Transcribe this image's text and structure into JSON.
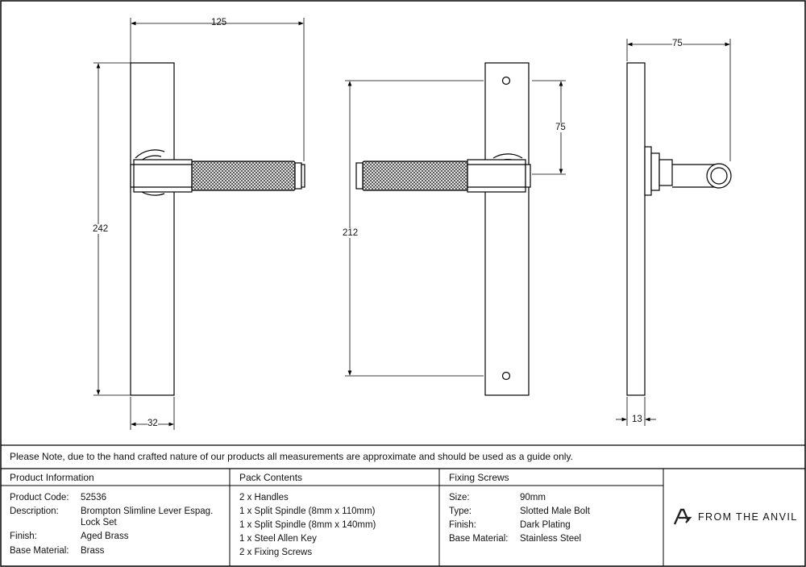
{
  "dimensions": {
    "overall_width": "125",
    "overall_height": "242",
    "plate_width": "32",
    "centres": "212",
    "spindle_offset": "75",
    "projection": "75",
    "plate_depth": "13"
  },
  "note": "Please Note, due to the hand crafted nature of our products all measurements are approximate and should be used as a guide only.",
  "product_info": {
    "heading": "Product Information",
    "rows": [
      {
        "label": "Product Code:",
        "value": "52536"
      },
      {
        "label": "Description:",
        "value": "Brompton Slimline Lever Espag.",
        "value2": "Lock Set"
      },
      {
        "label": "Finish:",
        "value": "Aged Brass"
      },
      {
        "label": "Base Material:",
        "value": "Brass"
      }
    ]
  },
  "pack_contents": {
    "heading": "Pack Contents",
    "items": [
      "2 x Handles",
      "1 x Split Spindle (8mm x 110mm)",
      "1 x Split Spindle (8mm x 140mm)",
      "1 x Steel Allen Key",
      "2 x Fixing Screws"
    ]
  },
  "fixing_screws": {
    "heading": "Fixing Screws",
    "rows": [
      {
        "label": "Size:",
        "value": "90mm"
      },
      {
        "label": "Type:",
        "value": "Slotted Male Bolt"
      },
      {
        "label": "Finish:",
        "value": "Dark Plating"
      },
      {
        "label": "Base Material:",
        "value": "Stainless Steel"
      }
    ]
  },
  "brand": {
    "name": "FROM THE ANVIL",
    "icon": "anvil-logo-icon"
  }
}
